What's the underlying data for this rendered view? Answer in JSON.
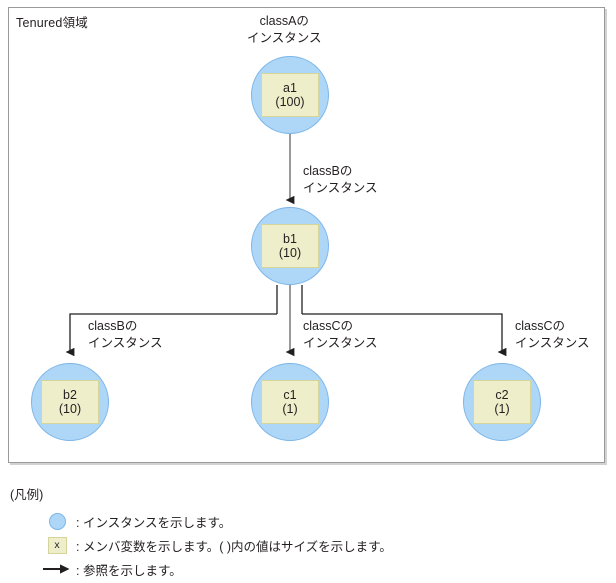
{
  "diagram": {
    "area_title": "Tenured領域",
    "nodes": [
      {
        "id": "a1",
        "name": "a1",
        "size": "(100)"
      },
      {
        "id": "b1",
        "name": "b1",
        "size": "(10)"
      },
      {
        "id": "b2",
        "name": "b2",
        "size": "(10)"
      },
      {
        "id": "c1",
        "name": "c1",
        "size": "(1)"
      },
      {
        "id": "c2",
        "name": "c2",
        "size": "(1)"
      }
    ],
    "edge_labels": [
      {
        "id": "a1-label",
        "line1": "classAの",
        "line2": "インスタンス"
      },
      {
        "id": "b1-label",
        "line1": "classBの",
        "line2": "インスタンス"
      },
      {
        "id": "b2-label",
        "line1": "classBの",
        "line2": "インスタンス"
      },
      {
        "id": "c1-label",
        "line1": "classCの",
        "line2": "インスタンス"
      },
      {
        "id": "c2-label",
        "line1": "classCの",
        "line2": "インスタンス"
      }
    ],
    "colors": {
      "instance_fill": "#aed6f7",
      "instance_stroke": "#7cb6e8",
      "member_fill": "#eeeecb",
      "member_stroke": "#d4d49b",
      "reference_arrow": "#808080",
      "branch_line": "#231f20",
      "frame_border": "#9a9a9a"
    }
  },
  "legend": {
    "title": "(凡例)",
    "items": [
      {
        "icon": "instance-circle",
        "text": ": インスタンスを示します。"
      },
      {
        "icon": "member-box",
        "box_label": "x",
        "text": ": メンバ変数を示します。( )内の値はサイズを示します。"
      },
      {
        "icon": "reference-arrow",
        "text": ": 参照を示します。"
      }
    ]
  }
}
